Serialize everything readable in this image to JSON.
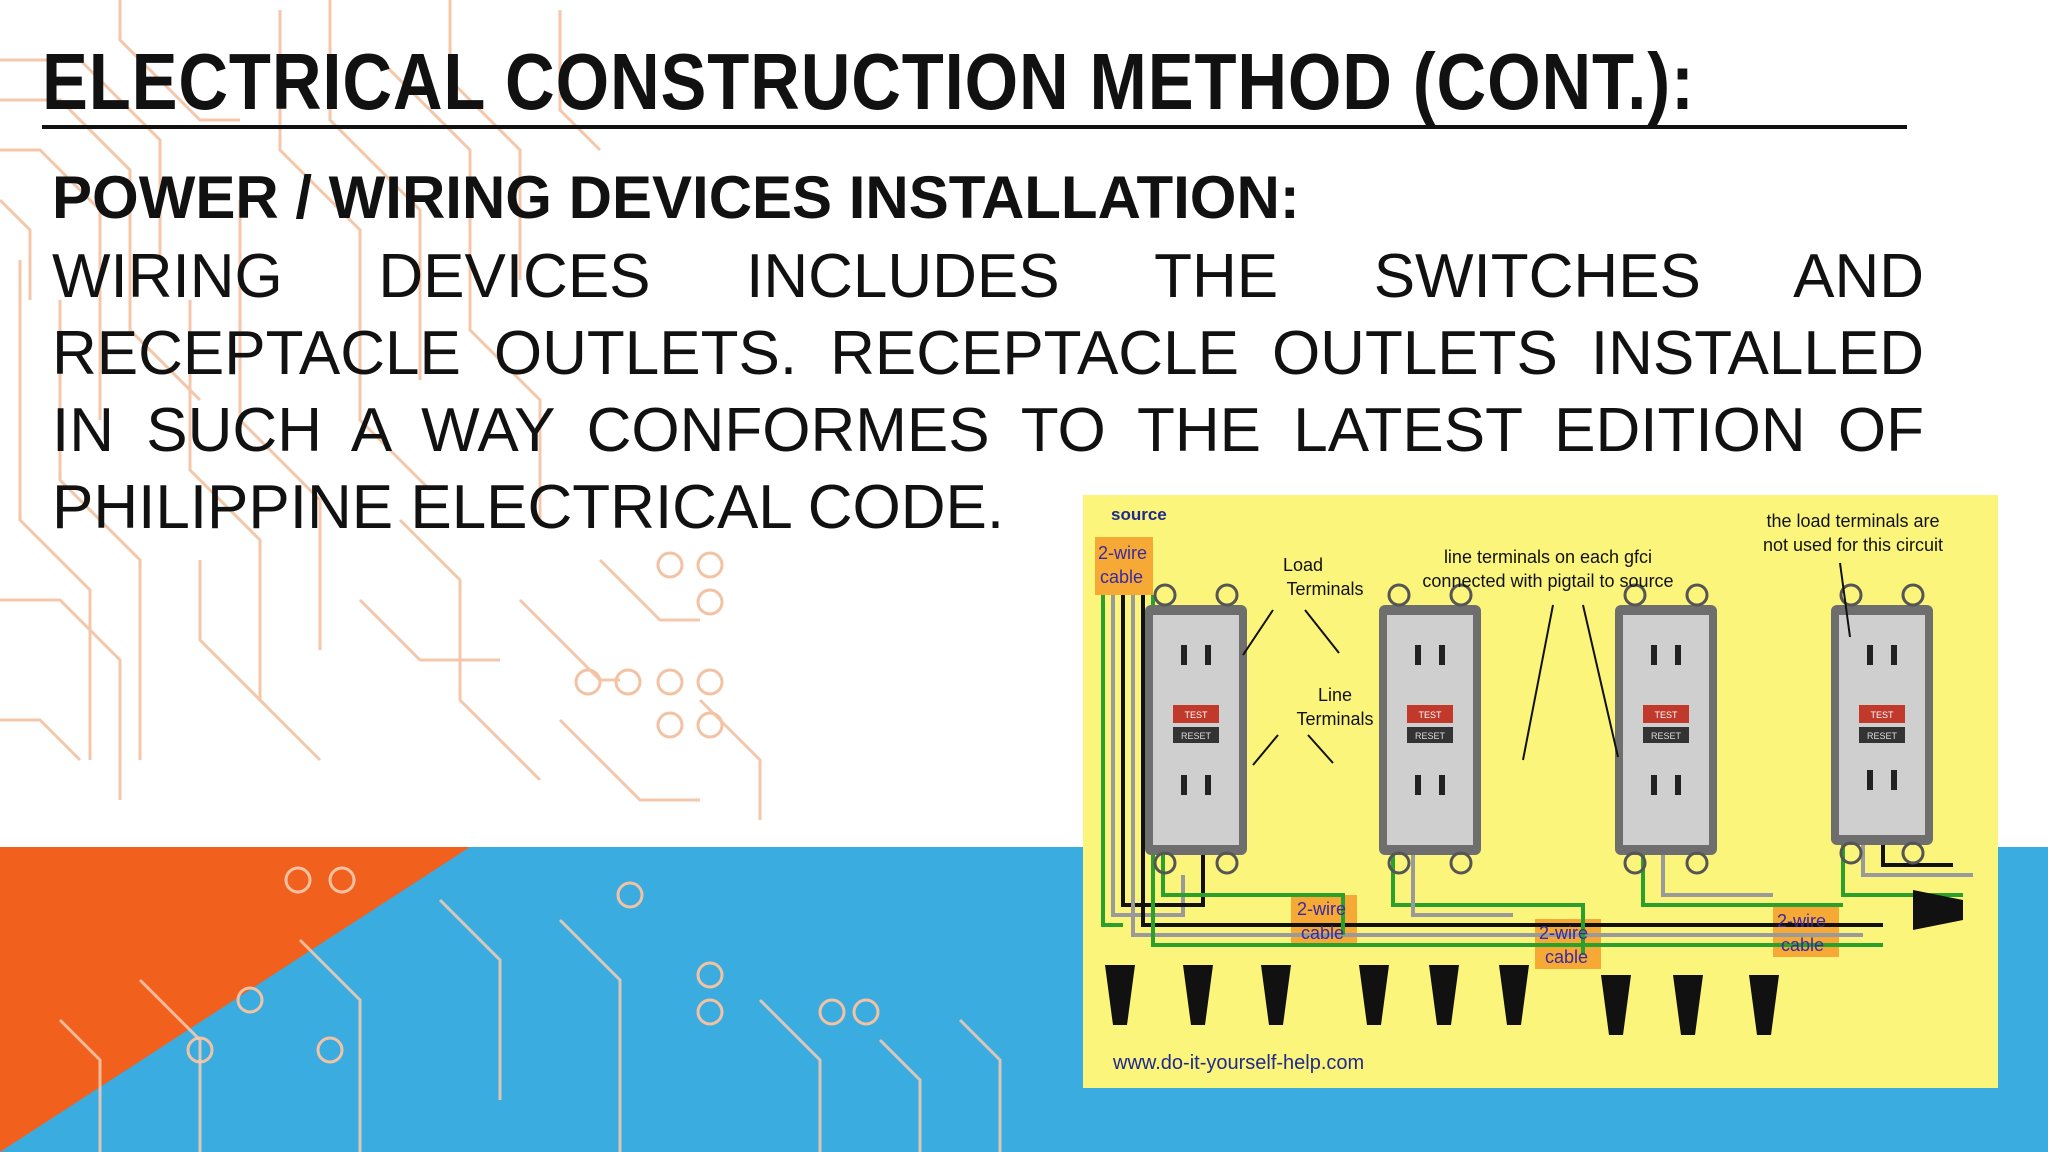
{
  "slide": {
    "title": "ELECTRICAL CONSTRUCTION METHOD (CONT.):",
    "subtitle": "POWER / WIRING DEVICES INSTALLATION:",
    "paragraph_lines": [
      "WIRING DEVICES INCLUDES THE SWITCHES AND",
      "RECEPTACLE OUTLETS. RECEPTACLE OUTLETS INSTALLED",
      "IN SUCH A WAY CONFORMES TO THE LATEST EDITION OF",
      "PHILIPPINE ELECTRICAL CODE."
    ]
  },
  "diagram": {
    "source_label": "source",
    "cable_label_1": "2-wire",
    "cable_label_2": "cable",
    "load_terminals_1": "Load",
    "load_terminals_2": "Terminals",
    "line_terminals_1": "Line",
    "line_terminals_2": "Terminals",
    "line_terminals_note_1": "line terminals on each gfci",
    "line_terminals_note_2": "connected with pigtail to source",
    "load_unused_note_1": "the load terminals are",
    "load_unused_note_2": "not used for this circuit",
    "test_label": "TEST",
    "reset_label": "RESET",
    "website": "www.do-it-yourself-help.com"
  },
  "colors": {
    "orange": "#f2601e",
    "blue": "#3aace0",
    "circuit_lines": "#f3c2a3",
    "diagram_bg": "#fbf57c",
    "cable_tag": "#f7a935",
    "wire_green": "#2ca02c"
  }
}
